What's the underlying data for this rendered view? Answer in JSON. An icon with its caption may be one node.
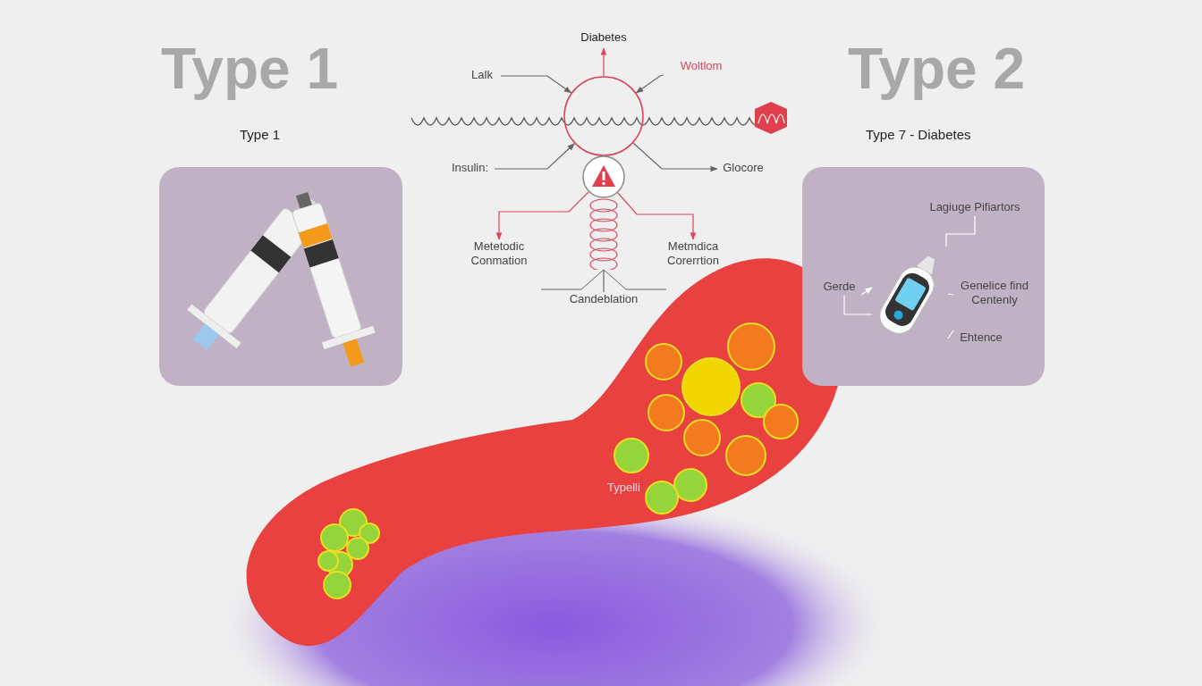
{
  "diagram": {
    "nodes": [
      {
        "text": [
          "Diabetes"
        ]
      },
      {
        "text": [
          "Lalk"
        ]
      },
      {
        "text": [
          "Woltlom"
        ]
      },
      {
        "text": [
          "Insulin:"
        ]
      },
      {
        "text": [
          "Glocore"
        ]
      },
      {
        "text": [
          "Metetodic Conmation"
        ]
      },
      {
        "text": [
          "Metmdica Corerrtion"
        ]
      },
      {
        "text": [
          "Candeblation"
        ]
      },
      {
        "text": [],
        "shape": "circle"
      },
      {
        "text": [],
        "shape": "circle"
      },
      {
        "text": [],
        "shape": "picture"
      },
      {
        "text": [],
        "shape": "box"
      },
      {
        "text": [],
        "shape": "picture",
        "in": 11
      },
      {
        "text": [],
        "shape": "box"
      },
      {
        "text": [],
        "shape": "picture",
        "in": 13
      },
      {
        "text": [
          "Lagiuge Pifiartors"
        ],
        "in": 13
      },
      {
        "text": [
          "Gerde"
        ],
        "in": 13
      },
      {
        "text": [
          "Genelice find Centenly"
        ],
        "in": 13
      },
      {
        "text": [
          "Ehtence"
        ],
        "in": 13
      }
    ],
    "edges": [
      {
        "from": 8,
        "to": 0,
        "arrow": "to",
        "color": "#d9455a"
      },
      {
        "from": 1,
        "to": 8,
        "arrow": "to"
      },
      {
        "from": 2,
        "to": 8,
        "arrow": "to"
      },
      {
        "from": 3,
        "to": 8,
        "arrow": "to"
      },
      {
        "from": 8,
        "to": 4,
        "arrow": "to"
      },
      {
        "from": 9,
        "to": 5,
        "arrow": "to",
        "color": "#d9455a"
      },
      {
        "from": 9,
        "to": 6,
        "arrow": "to",
        "color": "#d9455a"
      },
      {
        "from": 10,
        "to": 7,
        "arrow": "none"
      },
      {
        "from": 15,
        "to": 14,
        "arrow": "none",
        "color": "#ffffff"
      },
      {
        "from": 16,
        "to": 14,
        "arrow": "to",
        "color": "#ffffff"
      },
      {
        "from": 16,
        "to": 14,
        "arrow": "none",
        "color": "#ffffff"
      },
      {
        "from": 17,
        "to": 14,
        "arrow": "none",
        "color": "#ffffff"
      },
      {
        "from": 18,
        "to": 14,
        "arrow": "none",
        "color": "#ffffff"
      }
    ],
    "labels": [
      "Type 1",
      "Type 2",
      "Type 1",
      "Type 7 - Diabetes",
      "Typelli"
    ]
  }
}
